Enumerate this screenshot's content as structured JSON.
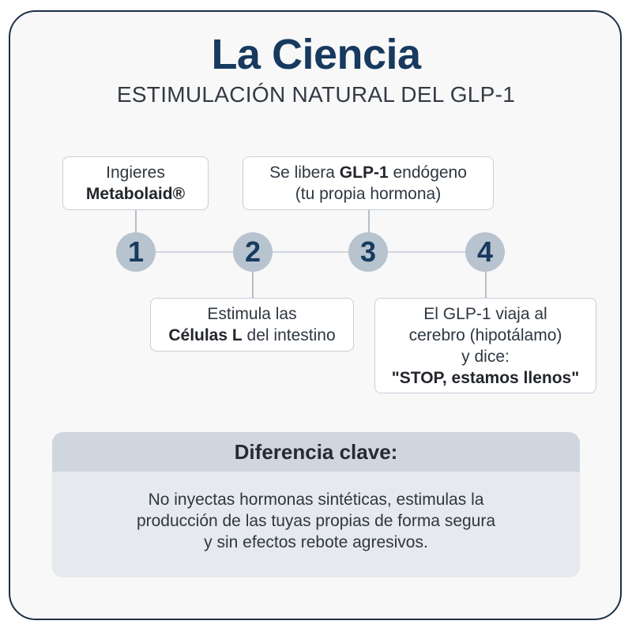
{
  "title": "La Ciencia",
  "subtitle": "ESTIMULACIÓN NATURAL DEL GLP-1",
  "steps": [
    {
      "number": "1",
      "lines": [
        {
          "text": "Ingieres"
        },
        {
          "bold": "Metabolaid®"
        }
      ]
    },
    {
      "number": "2",
      "lines": [
        {
          "text": "Estimula las"
        },
        {
          "bold": "Células L",
          "text": " del intestino"
        }
      ]
    },
    {
      "number": "3",
      "lines": [
        {
          "text": "Se libera ",
          "bold": "GLP-1",
          "tail": " endógeno"
        },
        {
          "text": "(tu propia hormona)"
        }
      ]
    },
    {
      "number": "4",
      "lines": [
        {
          "text": "El GLP-1 viaja al"
        },
        {
          "text": "cerebro (hipotálamo)"
        },
        {
          "text": "y dice:"
        },
        {
          "bold": "\"STOP, estamos llenos\""
        }
      ]
    }
  ],
  "key_difference": {
    "heading": "Diferencia clave:",
    "lines": [
      "No inyectas hormonas sintéticas, estimulas la",
      "producción de las tuyas propias de forma segura",
      "y sin efectos rebote agresivos."
    ]
  },
  "colors": {
    "title": "#173a5e",
    "step_circle": "#b7c3ce",
    "panel_header": "#cfd6de",
    "panel_body": "#e6e9ed"
  }
}
